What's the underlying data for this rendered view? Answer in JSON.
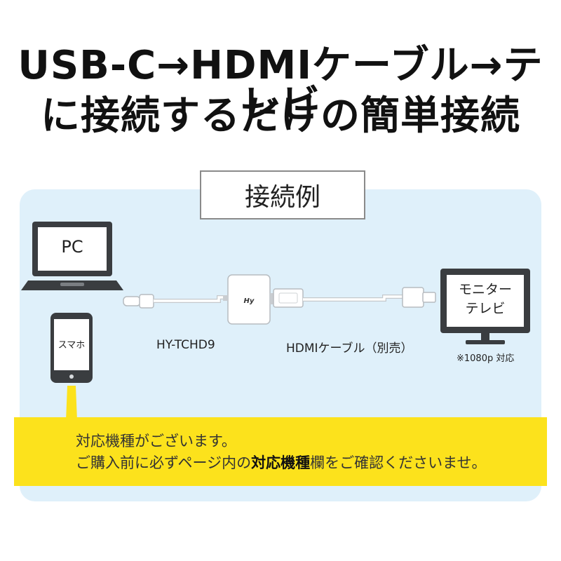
{
  "headline": {
    "line1": "USB-C→HDMIケーブル→テレビ",
    "line2": "に接続するだけの簡単接続"
  },
  "diagram": {
    "section_label": "接続例",
    "pc_label": "PC",
    "phone_label": "スマホ",
    "adapter_logo": "Hy",
    "adapter_name": "HY-TCHD9",
    "cable_name": "HDMIケーブル（別売）",
    "tv_label_line1": "モニター",
    "tv_label_line2": "テレビ",
    "tv_note": "※1080p 対応"
  },
  "notice": {
    "icon": "exclamation-circle-icon",
    "line1": "対応機種がございます。",
    "line2_pre": "ご購入前に必ずページ内の",
    "line2_bold": "対応機種",
    "line2_post": "欄をご確認くださいませ。"
  },
  "colors": {
    "panel_bg": "#dff0fa",
    "notice_bg": "#fce21c",
    "device_dark": "#3a3d40"
  }
}
